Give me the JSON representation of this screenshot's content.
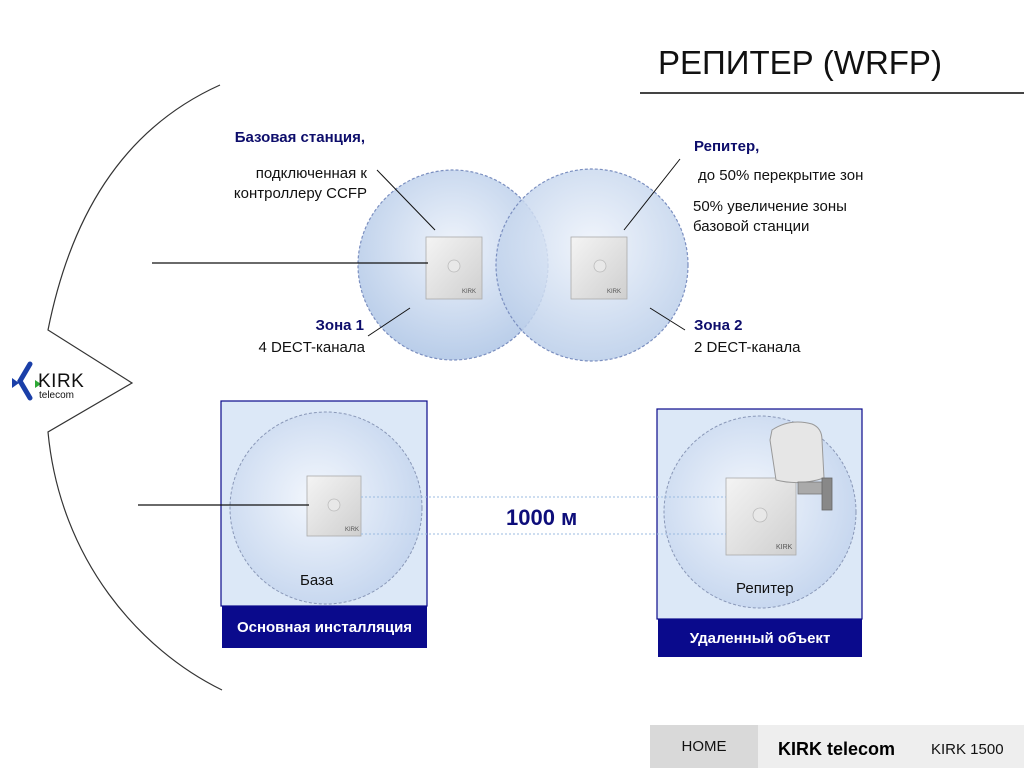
{
  "title": "РЕПИТЕР (WRFP)",
  "base_station": {
    "heading": "Базовая станция,",
    "desc_line1": "подключенная к",
    "desc_line2": "контроллеру CCFP"
  },
  "repeater": {
    "heading": "Репитер,",
    "line1": "до 50% перекрытие зон",
    "line2": "50% увеличение зоны",
    "line3": "базовой станции"
  },
  "zone1": {
    "label": "Зона 1",
    "channels": "4 DECT-канала"
  },
  "zone2": {
    "label": "Зона 2",
    "channels": "2 DECT-канала"
  },
  "device_brand": "KIRK",
  "main_install": {
    "device_label": "База",
    "caption": "Основная инсталляция"
  },
  "remote_site": {
    "device_label": "Репитер",
    "caption": "Удаленный объект"
  },
  "distance": "1000 м",
  "logo": {
    "name": "KIRK",
    "sub": "telecom"
  },
  "footer": {
    "home": "HOME",
    "company": "KIRK telecom",
    "product": "KIRK 1500"
  },
  "colors": {
    "navy": "#0a0a8c",
    "zone_fill": "#c9d9ef",
    "panel_fill": "#dce8f7"
  }
}
